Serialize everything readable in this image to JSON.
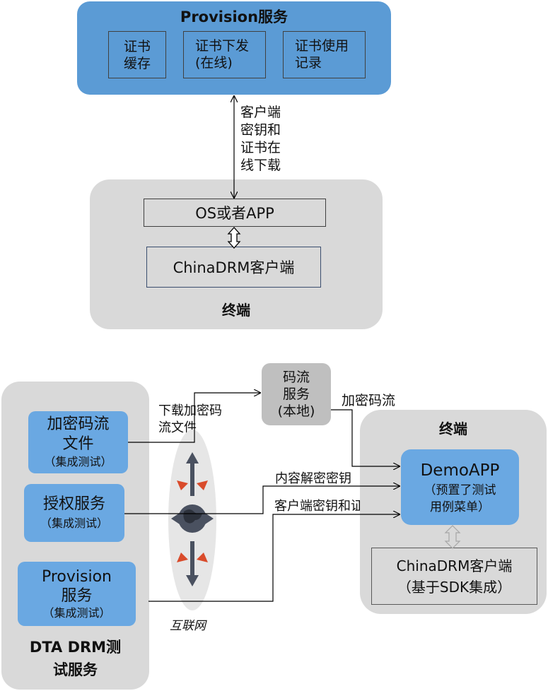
{
  "top": {
    "provision_title": "Provision服务",
    "modules": [
      {
        "line1": "证书",
        "line2": "缓存"
      },
      {
        "line1": "证书下发",
        "line2": "(在线)"
      },
      {
        "line1": "证书使用",
        "line2": "记录"
      }
    ],
    "arrow_label": [
      "客户端",
      "密钥和",
      "证书在",
      "线下载"
    ],
    "os_app": "OS或者APP",
    "client": "ChinaDRM客户端",
    "terminal_label": "终端"
  },
  "bottom": {
    "service_group_title": [
      "DTA DRM测",
      "试服务"
    ],
    "encrypted_file": {
      "line1": "加密码流",
      "line2": "文件",
      "sub": "（集成测试）"
    },
    "license_service": {
      "line1": "授权服务",
      "sub": "（集成测试）"
    },
    "provision_service": {
      "line1": "Provision",
      "line2": "服务",
      "sub": "（集成测试）"
    },
    "stream_service": [
      "码流",
      "服务",
      "(本地)"
    ],
    "download_label": [
      "下载加密码",
      "流文件"
    ],
    "encrypted_stream_label": "加密码流",
    "content_key_label": "内容解密密钥",
    "client_key_cert_label": "客户端密钥和证书",
    "internet_label": "互联网",
    "terminal_label": "终端",
    "demo_app": {
      "title": "DemoAPP",
      "line1": "（预置了测试",
      "line2": "用例菜单）"
    },
    "sdk_client": {
      "line1": "ChinaDRM客户端",
      "line2": "（基于SDK集成）"
    }
  },
  "colors": {
    "blue": "#5b9bd5",
    "grey": "#d9d9d9",
    "arrow": "#000000",
    "globe_dark": "#4a5160",
    "globe_accent": "#d94b2b"
  },
  "icons": [
    "globe-icon",
    "double-arrow-icon"
  ]
}
